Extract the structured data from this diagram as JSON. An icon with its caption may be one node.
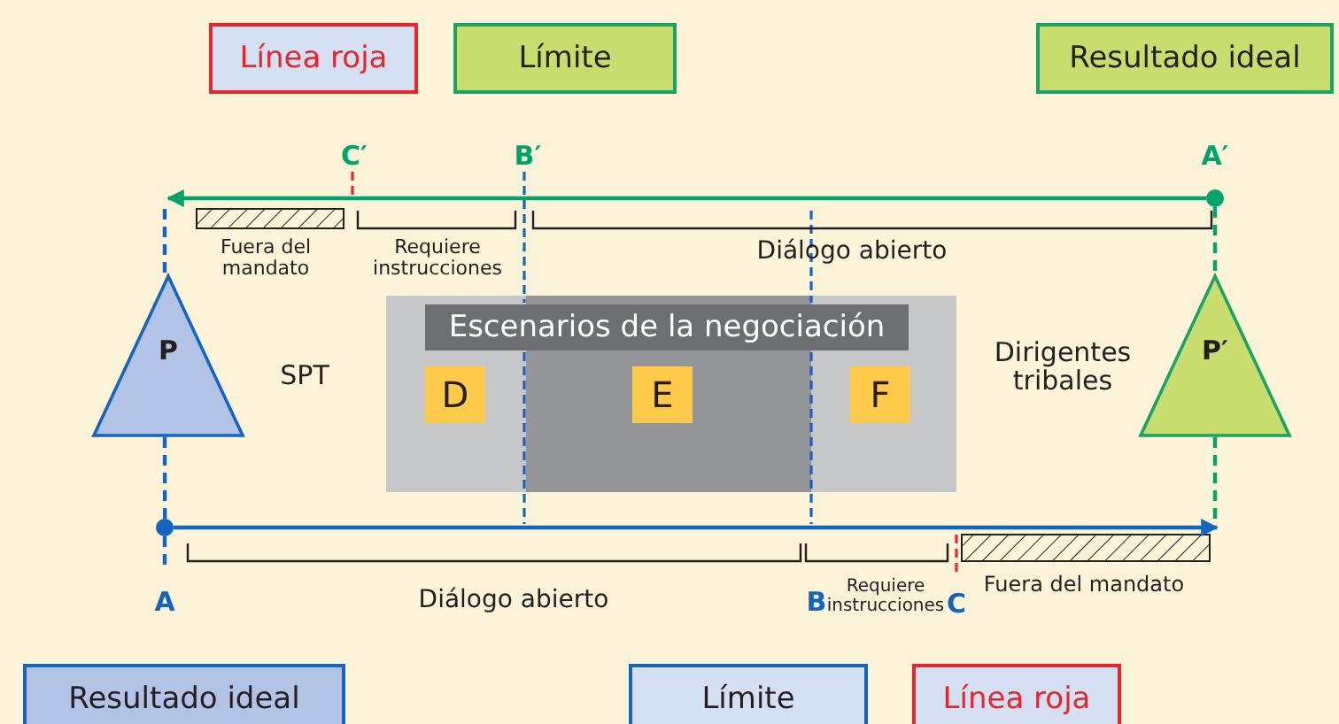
{
  "diagram": {
    "nodes": [
      {
        "text": [
          "Línea roja"
        ]
      },
      {
        "text": [
          "Límite"
        ]
      },
      {
        "text": [
          "Resultado ideal"
        ]
      },
      {
        "text": [
          "P"
        ],
        "beside": [
          "SPT"
        ]
      },
      {
        "text": [
          "P′"
        ],
        "beside": [
          "Dirigentes tribales"
        ]
      },
      {
        "text": [
          "Escenarios de la negociación"
        ]
      },
      {
        "text": [
          "D"
        ],
        "in": 5
      },
      {
        "text": [
          "E"
        ],
        "in": 5
      },
      {
        "text": [
          "F"
        ],
        "in": 5
      },
      {
        "text": [],
        "shape": "circle"
      },
      {
        "text": [],
        "shape": "circle"
      },
      {
        "text": [
          "Resultado ideal"
        ]
      },
      {
        "text": [
          "Límite"
        ]
      },
      {
        "text": [
          "Línea roja"
        ]
      }
    ],
    "edges": [
      {
        "from": 9,
        "to": null,
        "arrow": "to",
        "color": "#00a36c"
      },
      {
        "from": 10,
        "to": null,
        "arrow": "to",
        "color": "#1565c0"
      },
      {
        "from": 9,
        "to": 4,
        "arrow": "none",
        "style": "dashed",
        "color": "#00a36c"
      },
      {
        "from": 4,
        "to": null,
        "arrow": "none",
        "style": "dashed",
        "color": "#00a36c"
      },
      {
        "from": null,
        "to": 3,
        "arrow": "none",
        "style": "dashed",
        "color": "#1565c0"
      },
      {
        "from": 3,
        "to": 10,
        "arrow": "none",
        "style": "dashed",
        "color": "#1565c0"
      },
      {
        "from": 10,
        "to": null,
        "arrow": "none",
        "style": "dashed",
        "color": "#1565c0"
      }
    ],
    "labels": [
      "C′",
      "B′",
      "A′",
      "Fuera del mandato",
      "Requiere instrucciones",
      "Diálogo abierto",
      "A",
      "Diálogo abierto",
      "B",
      "Requiere instrucciones",
      "C",
      "Fuera del mandato"
    ]
  }
}
